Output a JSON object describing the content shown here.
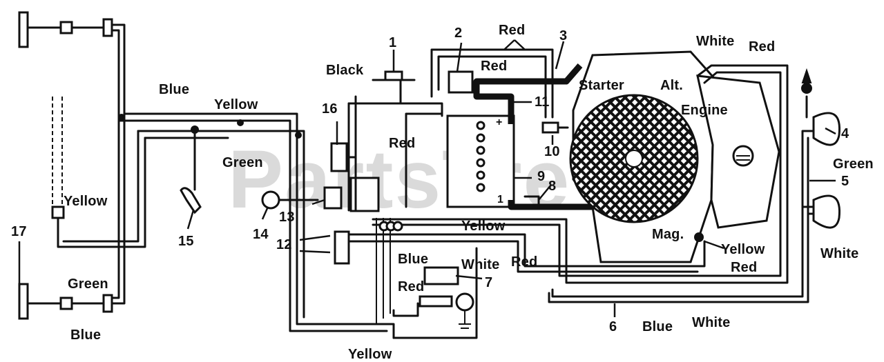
{
  "watermark": "PartsTre",
  "components": {
    "c1": "1",
    "c2": "2",
    "c3": "3",
    "c4": "4",
    "c5": "5",
    "c6": "6",
    "c7": "7",
    "c8": "8",
    "c9": "9",
    "c10": "10",
    "c11": "11",
    "c12": "12",
    "c13": "13",
    "c14": "14",
    "c15": "15",
    "c16": "16",
    "c17": "17"
  },
  "engine": {
    "starter": "Starter",
    "alt": "Alt.",
    "engine": "Engine",
    "mag": "Mag.",
    "battery_plus": "+",
    "battery_minus": "1"
  },
  "wires": {
    "black": "Black",
    "blue_top": "Blue",
    "yellow_top": "Yellow",
    "green_mid": "Green",
    "red_cable": "Red",
    "red_top": "Red",
    "red_top2": "Red",
    "white_top": "White",
    "red_top_right": "Red",
    "green_right": "Green",
    "yellow_left": "Yellow",
    "green_left": "Green",
    "blue_left": "Blue",
    "yellow_center": "Yellow",
    "blue_center": "Blue",
    "white_center": "White",
    "red_center": "Red",
    "red_lower": "Red",
    "yellow_mag": "Yellow",
    "red_right": "Red",
    "white_right": "White",
    "blue_bottom": "Blue",
    "white_bottom": "White",
    "yellow_bottom": "Yellow"
  }
}
